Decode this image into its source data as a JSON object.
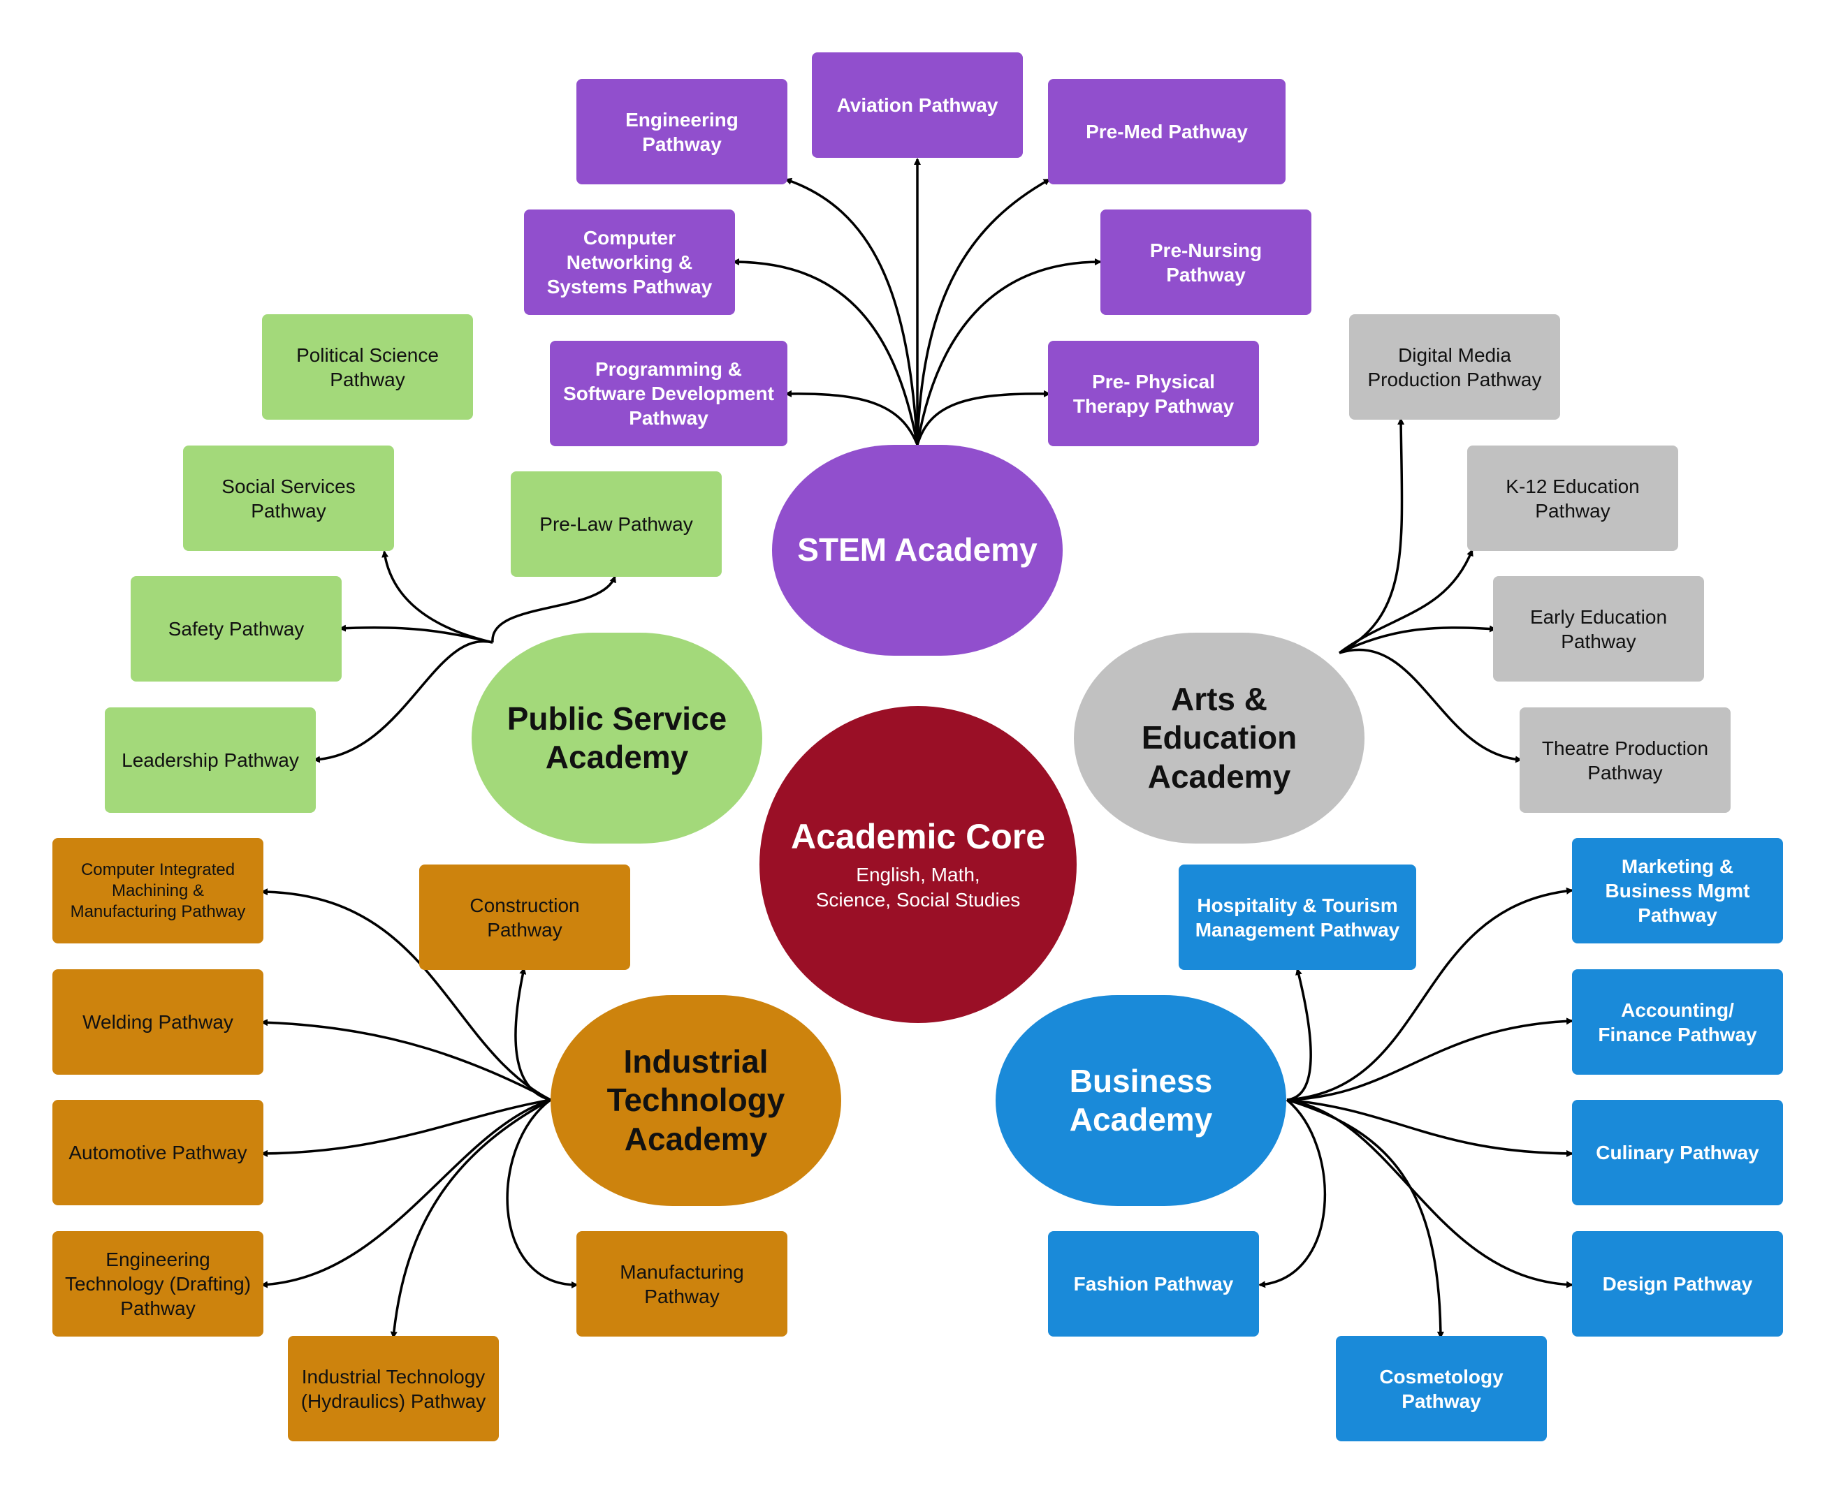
{
  "colors": {
    "stem": "#914fcd",
    "public_service": "#a3d97a",
    "arts_education": "#c1c1c1",
    "industrial": "#cd830d",
    "business": "#1a8ad9",
    "core": "#9a0f26"
  },
  "core": {
    "title": "Academic Core",
    "subtitle": "English, Math,\nScience, Social Studies"
  },
  "academies": {
    "stem": "STEM Academy",
    "public_service": "Public Service\nAcademy",
    "arts_education": "Arts &\nEducation\nAcademy",
    "industrial": "Industrial\nTechnology\nAcademy",
    "business": "Business\nAcademy"
  },
  "pathways": {
    "stem": [
      "Engineering\nPathway",
      "Aviation Pathway",
      "Pre-Med Pathway",
      "Computer\nNetworking &\nSystems Pathway",
      "Pre-Nursing\nPathway",
      "Programming &\nSoftware Development\nPathway",
      "Pre- Physical\nTherapy Pathway"
    ],
    "public_service": [
      "Political Science\nPathway",
      "Social Services\nPathway",
      "Pre-Law Pathway",
      "Safety Pathway",
      "Leadership Pathway"
    ],
    "arts_education": [
      "Digital Media\nProduction Pathway",
      "K-12 Education\nPathway",
      "Early Education\nPathway",
      "Theatre Production\nPathway"
    ],
    "industrial": [
      "Computer Integrated\nMachining &\nManufacturing Pathway",
      "Construction\nPathway",
      "Welding Pathway",
      "Automotive Pathway",
      "Engineering\nTechnology (Drafting)\nPathway",
      "Manufacturing\nPathway",
      "Industrial Technology\n(Hydraulics) Pathway"
    ],
    "business": [
      "Marketing &\nBusiness Mgmt\nPathway",
      "Hospitality & Tourism\nManagement Pathway",
      "Accounting/\nFinance Pathway",
      "Culinary Pathway",
      "Fashion Pathway",
      "Design Pathway",
      "Cosmetology\nPathway"
    ]
  }
}
